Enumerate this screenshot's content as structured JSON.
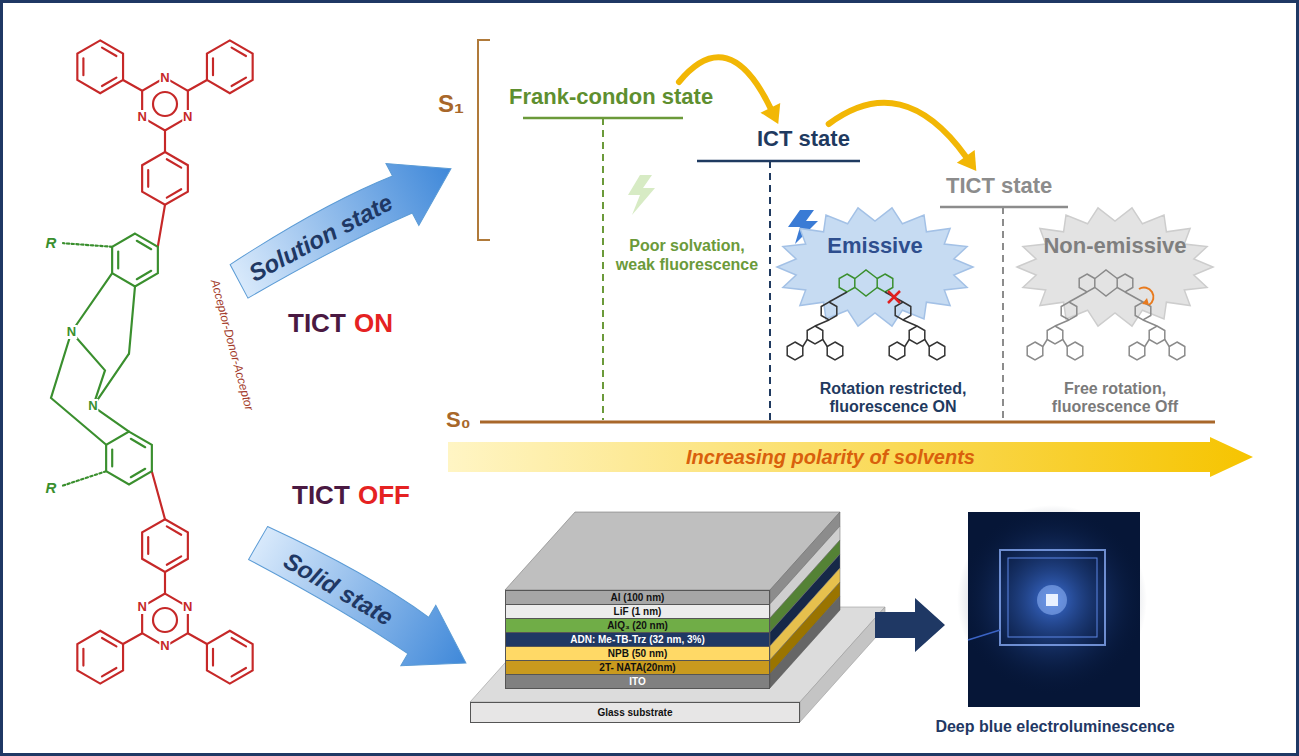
{
  "diagram": {
    "nodes": [
      {
        "text": [
          "Solution state"
        ]
      },
      {
        "text": [
          "Frank-condon state"
        ]
      },
      {
        "text": [
          "ICT state"
        ]
      },
      {
        "text": [
          "TICT state"
        ]
      },
      {
        "text": [
          "Emissive"
        ]
      },
      {
        "text": [
          "Non-emissive"
        ]
      },
      {
        "text": [
          "Increasing polarity of solvents"
        ]
      },
      {
        "text": [
          "Solid state"
        ]
      },
      {
        "text": [
          "Al (100 nm)"
        ]
      },
      {
        "text": [
          "LiF (1 nm)"
        ]
      },
      {
        "text": [
          "AlQ₃ (20 nm)"
        ]
      },
      {
        "text": [
          "ADN: Me-TB-Trz (32 nm, 3%)"
        ]
      },
      {
        "text": [
          "NPB (50 nm)"
        ]
      },
      {
        "text": [
          "2T- NATA(20nm)"
        ]
      },
      {
        "text": [
          "ITO"
        ]
      },
      {
        "text": [
          "Glass substrate"
        ]
      }
    ],
    "edges": [
      {
        "from": 1,
        "to": 2,
        "arrow": "to"
      },
      {
        "from": 2,
        "to": 3,
        "arrow": "to"
      }
    ],
    "labels": [
      "S₁",
      "Poor solvation, weak fluorescence",
      "Rotation restricted, fluorescence ON",
      "Free rotation, fluorescence Off",
      "S₀",
      "TICT",
      "ON",
      "TICT",
      "OFF",
      "Acceptor-Donor-Acceptor",
      "R",
      "R",
      "N",
      "N",
      "N",
      "N",
      "N",
      "N",
      "N",
      "N",
      "Deep blue electroluminescence"
    ]
  }
}
